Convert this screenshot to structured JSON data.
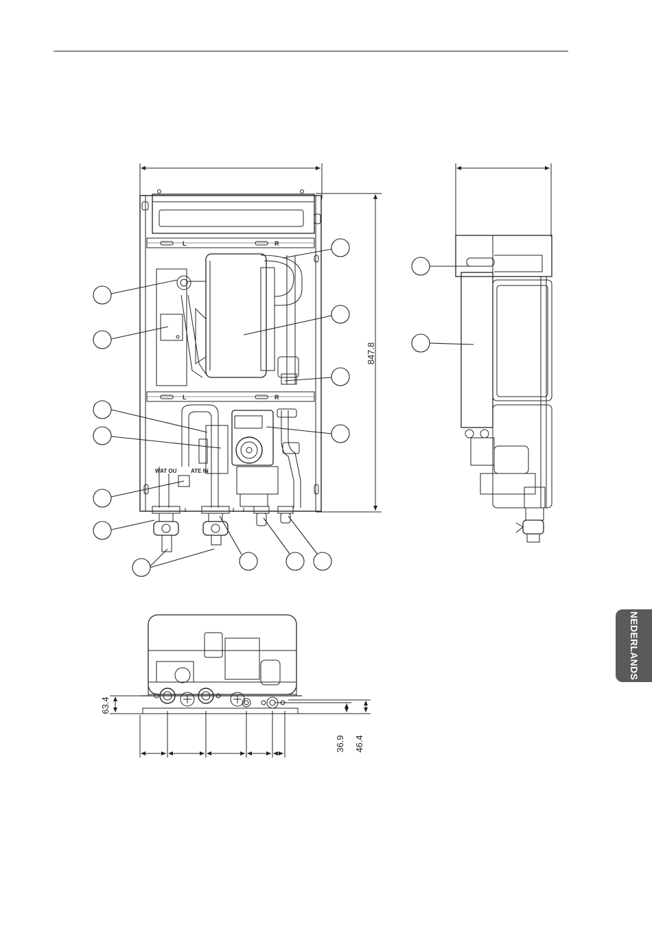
{
  "language_tab": "NEDERLANDS",
  "dimensions": {
    "height": "847.8",
    "bottom_left": "63.4",
    "bottom_right_1": "36.9",
    "bottom_right_2": "46.4"
  },
  "bracket_labels": {
    "left": "L",
    "right": "R"
  },
  "pipe_labels": {
    "water_out": "WAT\nOU",
    "water_in": "ATE\nIN"
  }
}
